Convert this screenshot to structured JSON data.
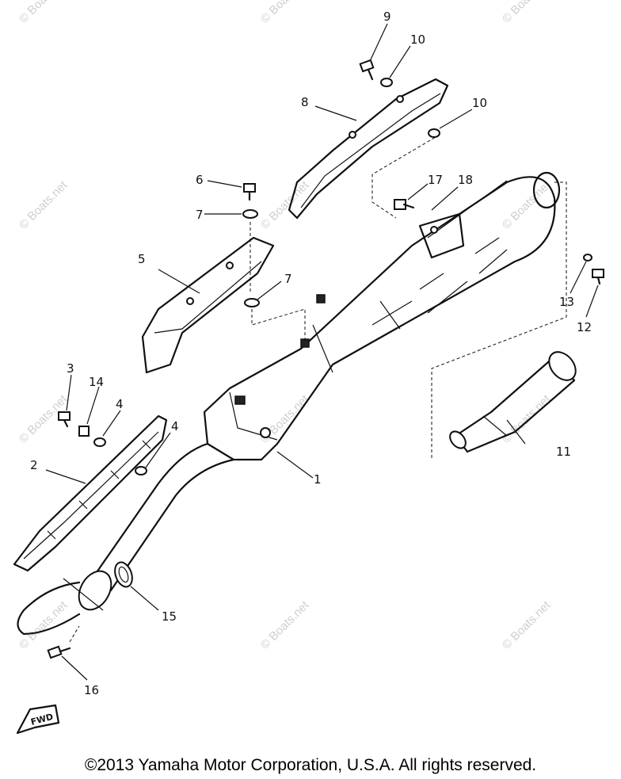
{
  "watermark_text": "© Boats.net",
  "callouts": [
    "1",
    "2",
    "3",
    "4",
    "4",
    "5",
    "6",
    "7",
    "7",
    "8",
    "9",
    "10",
    "10",
    "11",
    "12",
    "13",
    "14",
    "15",
    "16",
    "17",
    "18"
  ],
  "arrow_label": "FWD",
  "copyright": "©2013 Yamaha Motor Corporation, U.S.A. All rights reserved."
}
